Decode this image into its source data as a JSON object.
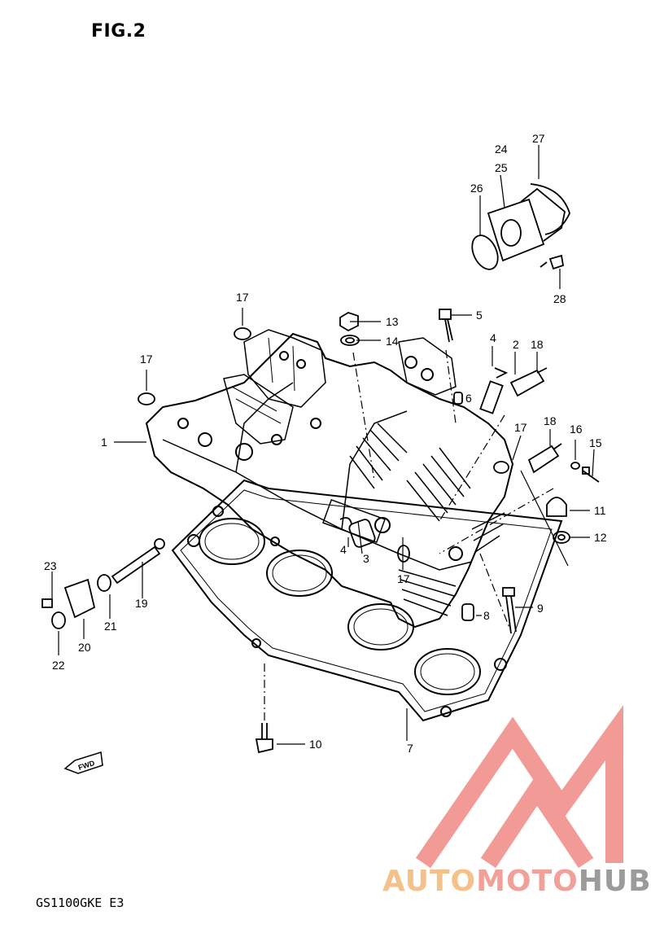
{
  "figure": {
    "title": "FIG.2",
    "model_code": "GS1100GKE  E3"
  },
  "direction_marker": "FWD",
  "watermark": {
    "part1": "AUTO",
    "part2": "MOTO",
    "part3": "HUB",
    "colors": {
      "auto": "#f5c18a",
      "moto": "#f2a09a",
      "hub": "#9b9b9b",
      "logo": "#f08a84"
    }
  },
  "callouts": {
    "c1": "1",
    "c2": "2",
    "c3": "3",
    "c4a": "4",
    "c4b": "4",
    "c5": "5",
    "c6": "6",
    "c7": "7",
    "c8": "8",
    "c9": "9",
    "c10": "10",
    "c11": "11",
    "c12": "12",
    "c13": "13",
    "c14": "14",
    "c15": "15",
    "c16": "16",
    "c17a": "17",
    "c17b": "17",
    "c17c": "17",
    "c17d": "17",
    "c18a": "18",
    "c18b": "18",
    "c19": "19",
    "c20": "20",
    "c21": "21",
    "c22": "22",
    "c23": "23",
    "c24": "24",
    "c25": "25",
    "c26": "26",
    "c27": "27",
    "c28": "28"
  }
}
